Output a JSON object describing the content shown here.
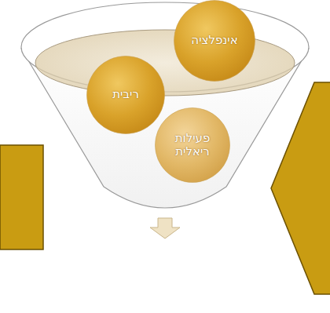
{
  "diagram": {
    "nodes": [
      {
        "text": [
          "אינפלציה"
        ]
      },
      {
        "text": [
          "ריבית"
        ]
      },
      {
        "text": [
          "פעילות ריאלית"
        ]
      }
    ]
  }
}
